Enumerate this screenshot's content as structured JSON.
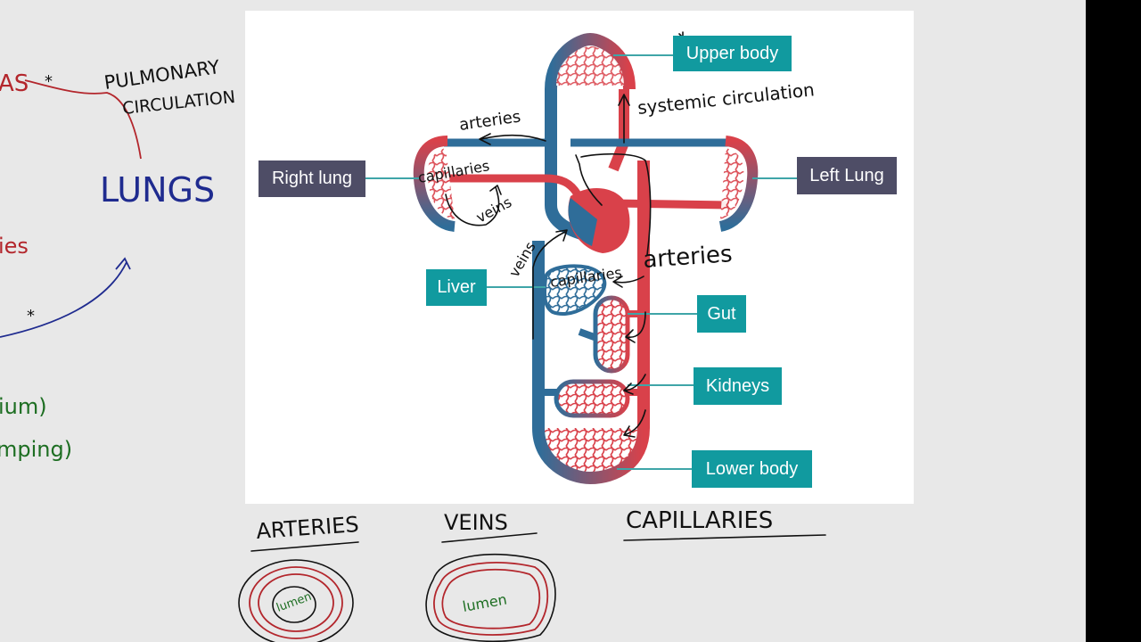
{
  "diagram": {
    "labels": {
      "upper_body": "Upper body",
      "right_lung": "Right lung",
      "left_lung": "Left Lung",
      "liver": "Liver",
      "gut": "Gut",
      "kidneys": "Kidneys",
      "lower_body": "Lower body"
    },
    "colors": {
      "artery": "#d9414a",
      "vein": "#2f6d99",
      "label_teal": "#119a9f",
      "label_slate": "#4e4d66"
    }
  },
  "annotations": {
    "systemic_circulation": "systemic circulation",
    "arteries_top": "arteries",
    "capillaries_lung": "capillaries",
    "veins_lung": "veins",
    "veins_liver": "veins",
    "capillaries_liver": "capillaries",
    "arteries_right": "arteries"
  },
  "side_notes": {
    "pulmonary_circulation_line1": "PULMONARY",
    "pulmonary_circulation_line2": "CIRCULATION",
    "lungs": "LUNGS",
    "fragment_as": "AS",
    "fragment_ies": "ies",
    "fragment_ium": "ium)",
    "fragment_mping": "mping)"
  },
  "vessel_headers": {
    "arteries": "ARTERIES",
    "veins": "VEINS",
    "capillaries": "CAPILLARIES",
    "lumen_artery": "lumen",
    "lumen_vein": "lumen"
  }
}
